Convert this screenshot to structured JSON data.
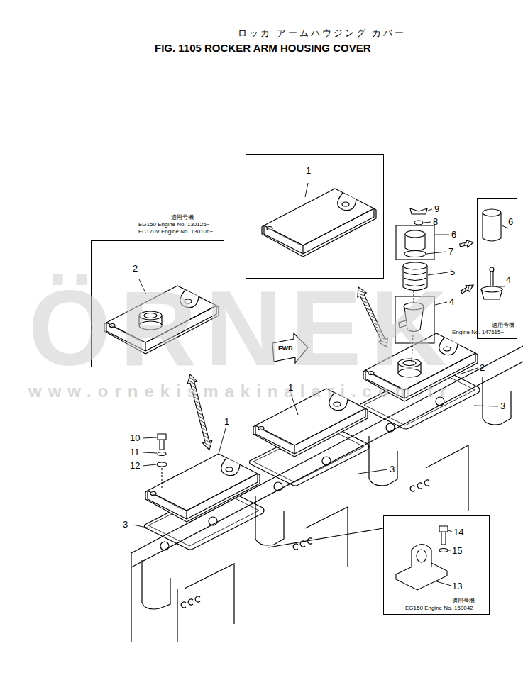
{
  "diagram": {
    "title": "FIG. 1105 ROCKER ARM HOUSING COVER",
    "nodes": [
      {
        "text": [
          "1"
        ]
      },
      {
        "text": [
          "適用号機",
          "EG150 Engine No. 130125~ EC170V Engine No. 130106~",
          "2"
        ]
      },
      {
        "text": [
          "6",
          "4",
          "適用号機",
          "Engine No. 147615~"
        ]
      },
      {
        "text": [
          "14",
          "15",
          "13",
          "適用号機",
          "EG150 Engine No. 159042~"
        ]
      }
    ],
    "labels": [
      "ロッカ アームハウジング カバー",
      "ÖRNEK",
      "www.ornekismakinalari.com.tr",
      "9",
      "8",
      "6",
      "7",
      "5",
      "4",
      "2",
      "3",
      "1",
      "3",
      "1",
      "10",
      "11",
      "12",
      "3",
      "FWD"
    ]
  }
}
